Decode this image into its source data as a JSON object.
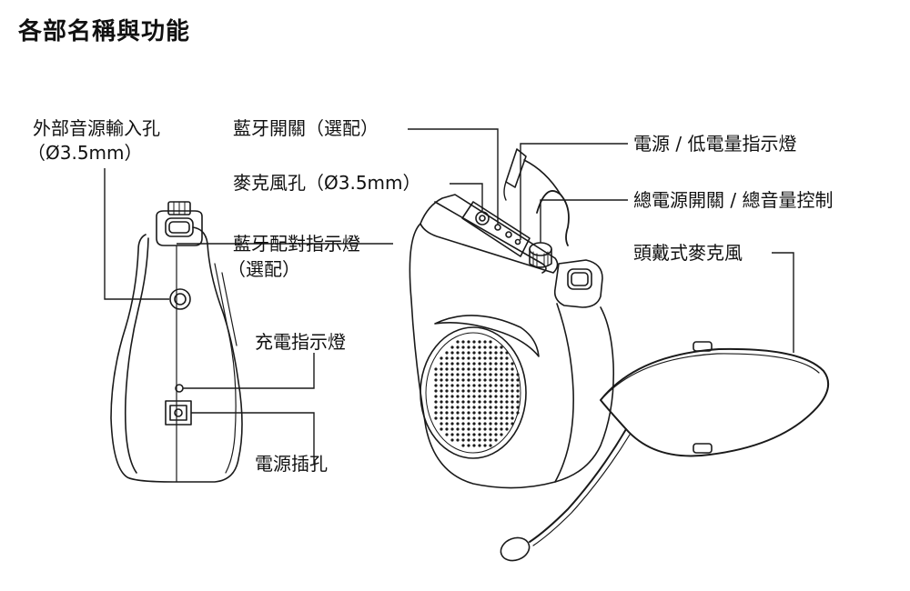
{
  "title": "各部名稱與功能",
  "labels": {
    "ext_audio_line1": "外部音源輸入孔",
    "ext_audio_line2": "（Ø3.5mm）",
    "bluetooth_switch": "藍牙開關（選配）",
    "mic_jack": "麥克風孔（Ø3.5mm）",
    "bt_pair_line1": "藍牙配對指示燈",
    "bt_pair_line2": "（選配）",
    "charge_indicator": "充電指示燈",
    "power_jack": "電源插孔",
    "power_low_indicator": "電源 / 低電量指示燈",
    "power_volume": "總電源開關 / 總音量控制",
    "headset_mic": "頭戴式麥克風"
  },
  "colors": {
    "line": "#1a1a1a",
    "background": "#ffffff"
  }
}
